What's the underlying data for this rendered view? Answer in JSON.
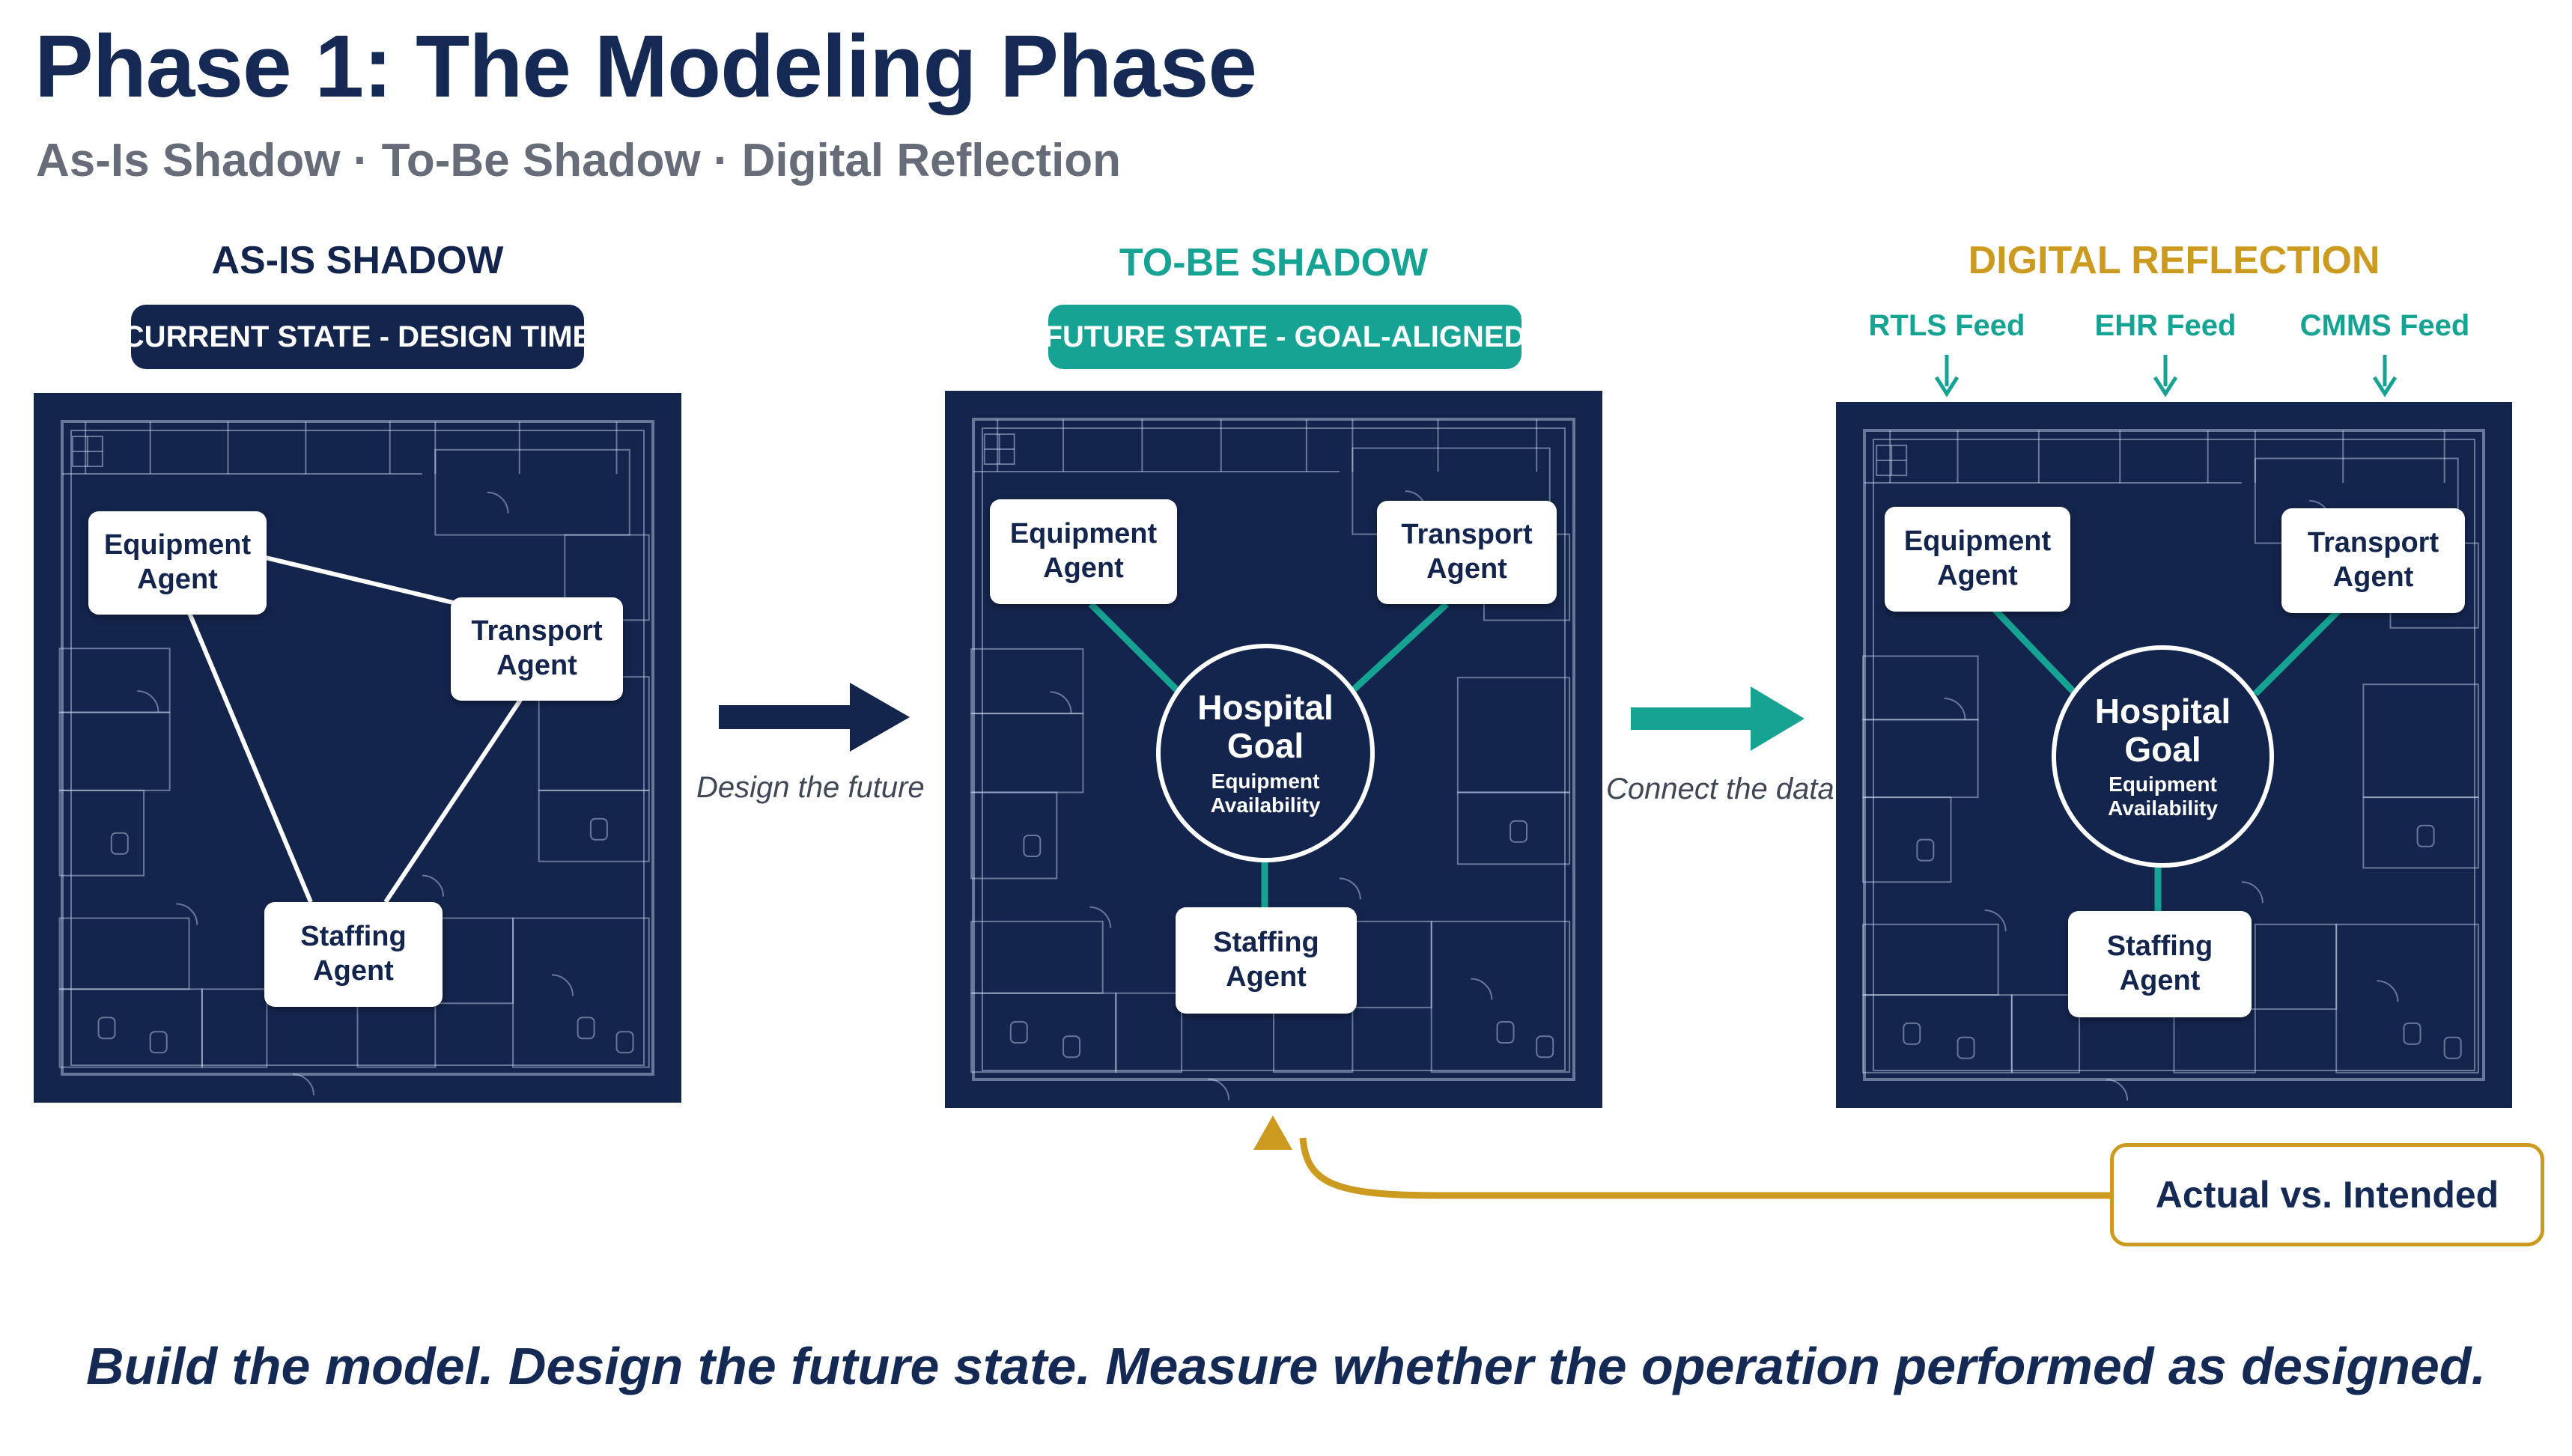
{
  "title": "Phase 1: The Modeling Phase",
  "subtitle": "As-Is Shadow · To-Be Shadow · Digital Reflection",
  "colors": {
    "navy": "#14254d",
    "teal": "#16a394",
    "gold": "#cc9a1f",
    "gray": "#666c78"
  },
  "columns": {
    "asis": {
      "heading": "AS-IS SHADOW",
      "pill": "CURRENT STATE - DESIGN TIME",
      "agents": {
        "equipment": "Equipment\nAgent",
        "transport": "Transport\nAgent",
        "staffing": "Staffing\nAgent"
      }
    },
    "tobe": {
      "heading": "TO-BE SHADOW",
      "pill": "FUTURE STATE - GOAL-ALIGNED",
      "agents": {
        "equipment": "Equipment\nAgent",
        "transport": "Transport\nAgent",
        "staffing": "Staffing\nAgent"
      },
      "goal": {
        "title": "Hospital Goal",
        "subtitle": "Equipment Availability"
      }
    },
    "reflection": {
      "heading": "DIGITAL REFLECTION",
      "feeds": [
        "RTLS Feed",
        "EHR Feed",
        "CMMS Feed"
      ],
      "agents": {
        "equipment": "Equipment\nAgent",
        "transport": "Transport\nAgent",
        "staffing": "Staffing\nAgent"
      },
      "goal": {
        "title": "Hospital Goal",
        "subtitle": "Equipment Availability"
      }
    }
  },
  "arrows": {
    "design": "Design the future",
    "connect": "Connect the data"
  },
  "feedback_label": "Actual vs. Intended",
  "tagline": "Build the model. Design the future state. Measure whether the operation performed as designed.",
  "icons": {
    "forward_arrow": "right-arrow-icon",
    "feed_arrow": "down-arrow-icon",
    "feedback_arrow": "up-arrow-icon"
  }
}
